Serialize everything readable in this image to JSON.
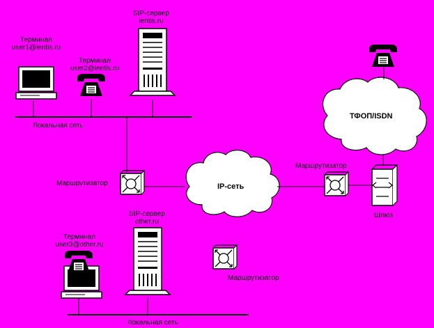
{
  "colors": {
    "background": "#ff00ff",
    "line": "#000000",
    "cloud": "#ffffff"
  },
  "sip_server_top": {
    "line1": "SIP-сервер",
    "line2": "ientis.ru"
  },
  "terminal_1": {
    "line1": "Терминал",
    "line2": "user1@ientis.ru"
  },
  "terminal_2": {
    "line1": "Терминал",
    "line2": "user2@ientis.ru"
  },
  "lan_top": {
    "label": "Локальная сеть"
  },
  "router_left": {
    "label": "Маршрутизатор"
  },
  "ip_network": {
    "label": "IP-сеть"
  },
  "router_right": {
    "label": "Маршрутизатор"
  },
  "pstn": {
    "label": "ТФОП/ISDN"
  },
  "gateway": {
    "label": "Шлюз"
  },
  "sip_server_bottom": {
    "line1": "SIP-сервер",
    "line2": "other.ru"
  },
  "terminal_3": {
    "line1": "Терминал",
    "line2": "user3@other.ru"
  },
  "router_bottom": {
    "label": "Маршрутизатор"
  },
  "lan_bottom": {
    "label": "Локальная сеть"
  },
  "icons": [
    "pc-terminal-icon",
    "telephone-icon",
    "server-tower-icon",
    "router-icon",
    "gateway-icon",
    "cloud-icon"
  ]
}
